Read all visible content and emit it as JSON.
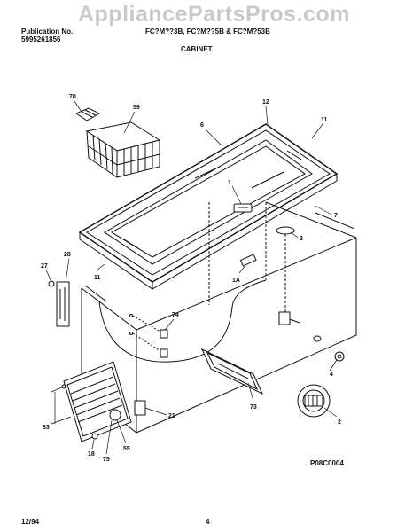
{
  "watermark": "AppliancePartsPros.com",
  "header": {
    "publication_label": "Publication No.",
    "publication_number": "5995261856",
    "models": "FC?M??3B, FC?M??5B & FC?M?53B",
    "section": "CABINET"
  },
  "callouts": {
    "c70": "70",
    "c59": "59",
    "c6": "6",
    "c12": "12",
    "c11a": "11",
    "c1": "1",
    "c7": "7",
    "c3": "3",
    "c28": "28",
    "c27": "27",
    "c11b": "11",
    "c1a": "1A",
    "c74": "74",
    "c4": "4",
    "c73": "73",
    "c2": "2",
    "c21": "21",
    "c83": "83",
    "c55": "55",
    "c18": "18",
    "c75": "75"
  },
  "diagram_code": "P08C0004",
  "footer": {
    "date": "12/94",
    "page": "4"
  }
}
